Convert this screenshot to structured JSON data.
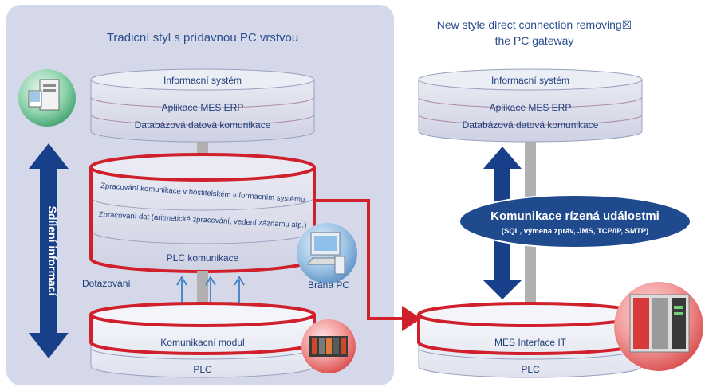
{
  "left": {
    "title": "Tradicní styl s prídavnou PC vrstvou",
    "side_label": "Sdílení informací",
    "top_stack": {
      "top": "Informacní systém",
      "mid": "Aplikace MES ERP",
      "bottom": "Databázová datová komunikace"
    },
    "gateway_stack": {
      "line1": "Zpracování komunikace v hostitelském informacním systému",
      "line2": "Zpracování dat (aritmetické zpracování, vedení záznamu atp.)",
      "line3": "PLC komunikace"
    },
    "polling_label": "Dotazování",
    "gateway_label": "Brána PC",
    "module_stack": {
      "top": "Komunikacní modul",
      "bottom": "PLC"
    }
  },
  "right": {
    "title_line1": "New style direct connection removing☒",
    "title_line2": "the PC gateway",
    "top_stack": {
      "top": "Informacní systém",
      "mid": "Aplikace MES ERP",
      "bottom": "Databázová datová komunikace"
    },
    "event_title": "Komunikace rízená událostmi",
    "event_sub": "(SQL, výmena zpráv, JMS, TCP/IP, SMTP)",
    "module_stack": {
      "top": "MES Interface IT",
      "bottom": "PLC"
    }
  },
  "colors": {
    "panel": "#d4d8e8",
    "disk_fill": "#e0e1ee",
    "red": "#d0202c",
    "blue": "#1f4a8e",
    "arrow_blue": "#173f8a",
    "connector": "#b0b0b0"
  }
}
